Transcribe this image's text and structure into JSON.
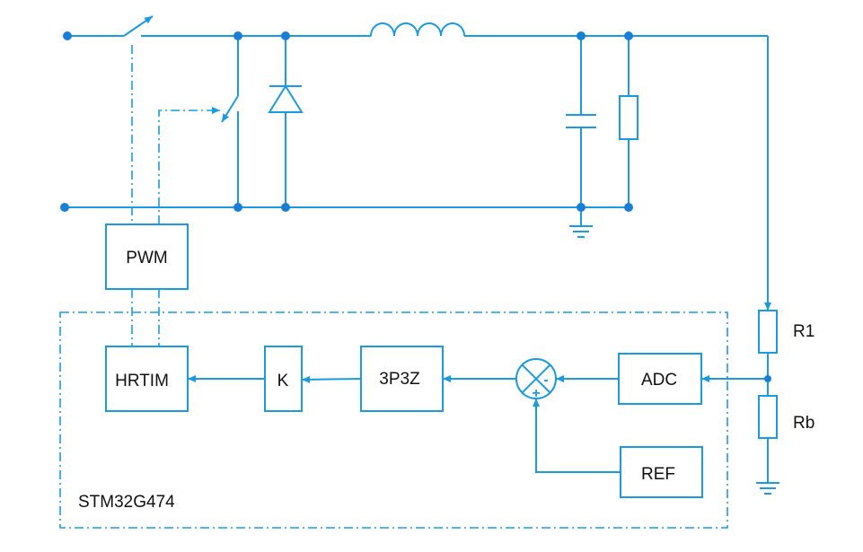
{
  "blocks": {
    "pwm": "PWM",
    "hrtim": "HRTIM",
    "k": "K",
    "comp": "3P3Z",
    "adc": "ADC",
    "ref": "REF"
  },
  "resistors": {
    "r1": "R1",
    "rb": "Rb"
  },
  "chip_label": "STM32G474",
  "summing": {
    "minus": "-",
    "plus": "+"
  }
}
